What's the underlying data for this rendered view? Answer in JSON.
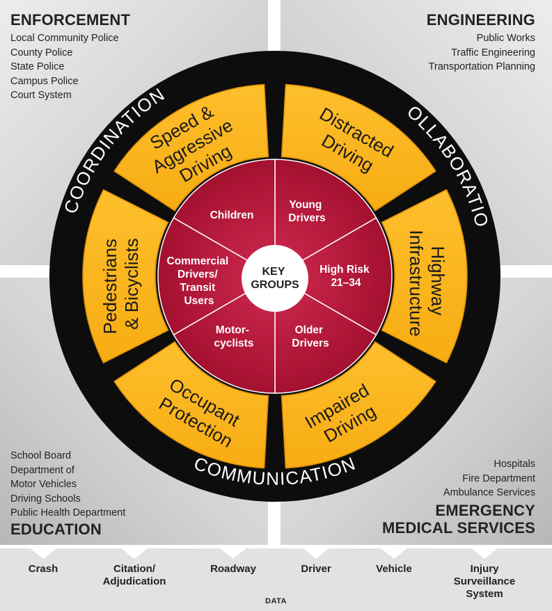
{
  "quadrants": {
    "enforcement": {
      "title": "ENFORCEMENT",
      "items": [
        "Local Community Police",
        "County Police",
        "State Police",
        "Campus Police",
        "Court System"
      ]
    },
    "engineering": {
      "title": "ENGINEERING",
      "items": [
        "Public Works",
        "Traffic Engineering",
        "Transportation Planning"
      ]
    },
    "education": {
      "title": "EDUCATION",
      "items": [
        "School Board",
        "Department of",
        "Motor Vehicles",
        "Driving Schools",
        "Public Health Department"
      ]
    },
    "ems": {
      "title_line1": "EMERGENCY",
      "title_line2": "MEDICAL SERVICES",
      "items": [
        "Hospitals",
        "Fire Department",
        "Ambulance Services"
      ]
    }
  },
  "ring_labels": {
    "coordination": "COORDINATION",
    "collaboration": "COLLABORATION",
    "communication": "COMMUNICATION"
  },
  "emphasis_areas": {
    "speed": [
      "Speed &",
      "Aggressive",
      "Driving"
    ],
    "distracted": [
      "Distracted",
      "Driving"
    ],
    "highway": [
      "Highway",
      "Infrastructure"
    ],
    "impaired": [
      "Impaired",
      "Driving"
    ],
    "occupant": [
      "Occupant",
      "Protection"
    ],
    "pedestrians": [
      "Pedestrians",
      "& Bicyclists"
    ]
  },
  "key_groups": {
    "center": [
      "KEY",
      "GROUPS"
    ],
    "children": [
      "Children"
    ],
    "young": [
      "Young",
      "Drivers"
    ],
    "highrisk": [
      "High Risk",
      "21–34"
    ],
    "older": [
      "Older",
      "Drivers"
    ],
    "motorcyclists": [
      "Motor-",
      "cyclists"
    ],
    "commercial": [
      "Commercial",
      "Drivers/",
      "Transit",
      "Users"
    ]
  },
  "data_bar": {
    "label": "DATA",
    "items": [
      [
        "Crash"
      ],
      [
        "Citation/",
        "Adjudication"
      ],
      [
        "Roadway"
      ],
      [
        "Driver"
      ],
      [
        "Vehicle"
      ],
      [
        "Injury",
        "Surveillance",
        "System"
      ]
    ]
  },
  "colors": {
    "outer_ring": "#0d0d0d",
    "emphasis_yellow": "#fbb826",
    "emphasis_stroke": "#d78b07",
    "key_group_red": "#b0173a",
    "background_gray": "#d3d3d3"
  }
}
